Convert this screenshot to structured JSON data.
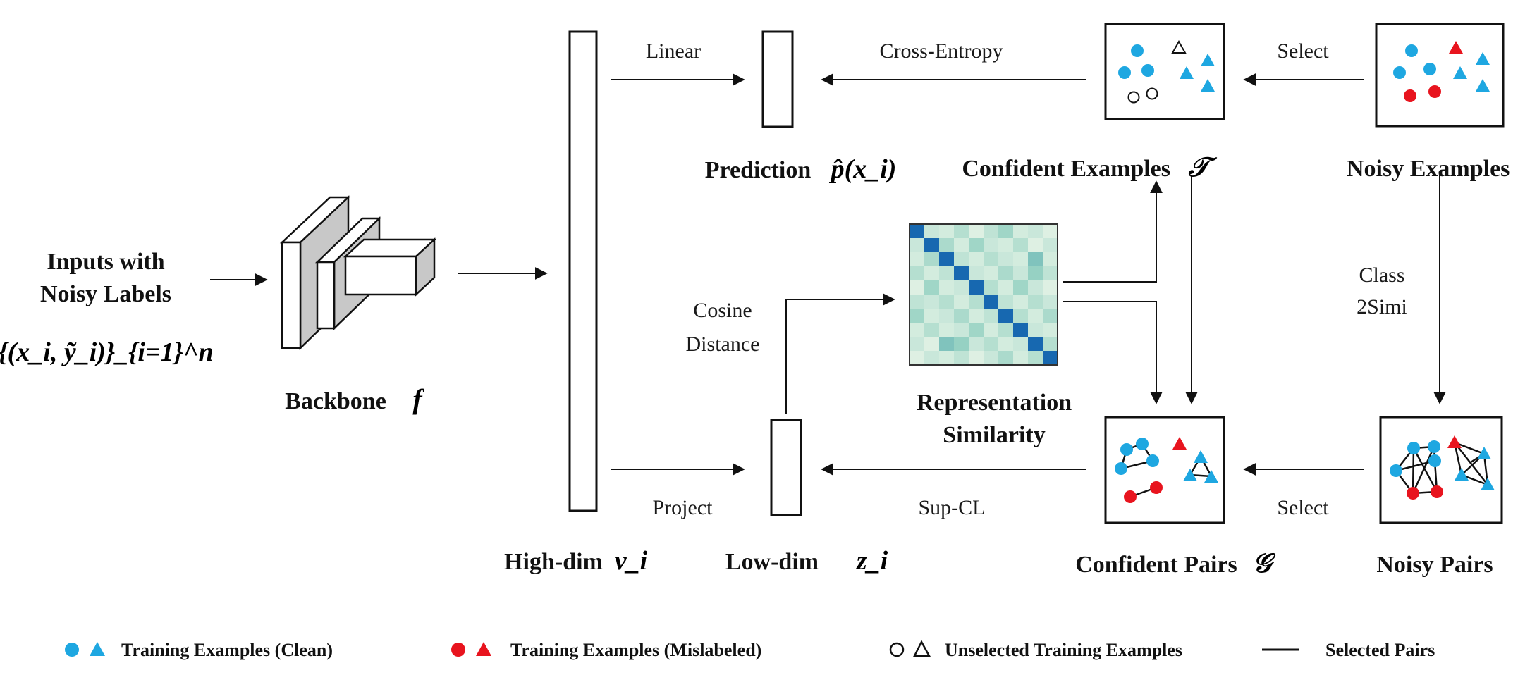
{
  "labels": {
    "inputs_line1": "Inputs with",
    "inputs_line2": "Noisy Labels",
    "inputs_math": "{(x_i, ỹ_i)}_{i=1}^n",
    "backbone": "Backbone",
    "backbone_math": "f",
    "linear": "Linear",
    "project": "Project",
    "cross_entropy": "Cross-Entropy",
    "select_top": "Select",
    "select_bottom": "Select",
    "sup_cl": "Sup-CL",
    "cosine_line1": "Cosine",
    "cosine_line2": "Distance",
    "class2simi_line1": "Class",
    "class2simi_line2": "2Simi",
    "prediction": "Prediction",
    "prediction_math": "p̂(x_i)",
    "confident_examples": "Confident Examples",
    "confident_examples_math": "𝒯",
    "noisy_examples": "Noisy Examples",
    "rep_sim_line1": "Representation",
    "rep_sim_line2": "Similarity",
    "high_dim": "High-dim",
    "high_dim_math": "v_i",
    "low_dim": "Low-dim",
    "low_dim_math": "z_i",
    "confident_pairs": "Confident Pairs",
    "confident_pairs_math": "𝒢",
    "noisy_pairs": "Noisy Pairs"
  },
  "legend": [
    {
      "symbols": "clean",
      "label": "Training Examples (Clean)"
    },
    {
      "symbols": "mislabeled",
      "label": "Training Examples (Mislabeled)"
    },
    {
      "symbols": "unselected",
      "label": "Unselected Training Examples"
    },
    {
      "symbols": "line",
      "label": "Selected Pairs"
    }
  ],
  "colors": {
    "clean": "#1ea7e1",
    "mislabeled": "#e8141e",
    "heat_low": "#f2f9ec",
    "heat_high": "#1768b0"
  },
  "heatmap": [
    [
      1.0,
      0.2,
      0.15,
      0.3,
      0.1,
      0.25,
      0.4,
      0.15,
      0.2,
      0.1
    ],
    [
      0.2,
      1.0,
      0.35,
      0.15,
      0.4,
      0.2,
      0.15,
      0.3,
      0.1,
      0.2
    ],
    [
      0.15,
      0.35,
      1.0,
      0.25,
      0.15,
      0.3,
      0.2,
      0.15,
      0.55,
      0.15
    ],
    [
      0.3,
      0.15,
      0.25,
      1.0,
      0.2,
      0.15,
      0.35,
      0.2,
      0.45,
      0.25
    ],
    [
      0.1,
      0.4,
      0.15,
      0.2,
      1.0,
      0.3,
      0.15,
      0.4,
      0.2,
      0.1
    ],
    [
      0.25,
      0.2,
      0.3,
      0.15,
      0.3,
      1.0,
      0.25,
      0.15,
      0.3,
      0.2
    ],
    [
      0.4,
      0.15,
      0.2,
      0.35,
      0.15,
      0.25,
      1.0,
      0.3,
      0.15,
      0.35
    ],
    [
      0.15,
      0.3,
      0.15,
      0.2,
      0.4,
      0.15,
      0.3,
      1.0,
      0.2,
      0.15
    ],
    [
      0.2,
      0.1,
      0.55,
      0.45,
      0.2,
      0.3,
      0.15,
      0.2,
      1.0,
      0.3
    ],
    [
      0.1,
      0.2,
      0.15,
      0.25,
      0.1,
      0.2,
      0.35,
      0.15,
      0.3,
      1.0
    ]
  ]
}
